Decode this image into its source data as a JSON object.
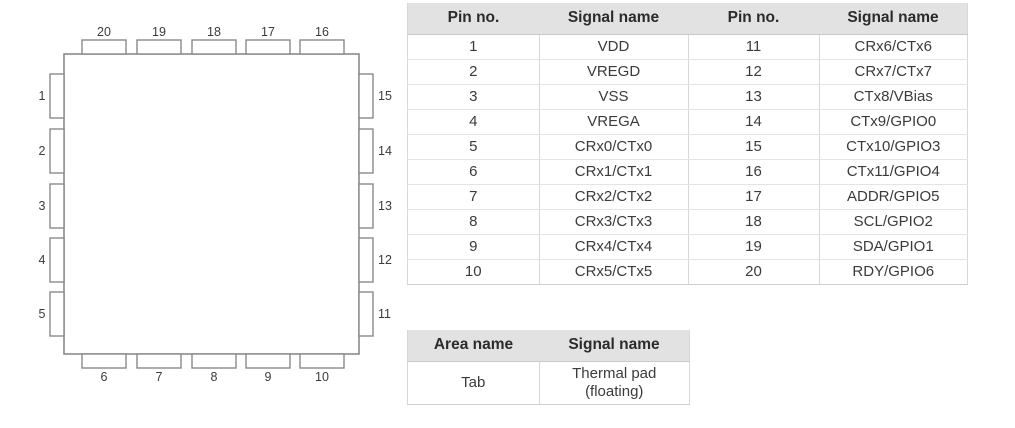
{
  "diagram": {
    "name": "20-pin package pinout diagram",
    "top_pins": [
      "20",
      "19",
      "18",
      "17",
      "16"
    ],
    "left_pins": [
      "1",
      "2",
      "3",
      "4",
      "5"
    ],
    "bottom_pins": [
      "6",
      "7",
      "8",
      "9",
      "10"
    ],
    "right_pins": [
      "15",
      "14",
      "13",
      "12",
      "11"
    ],
    "colors": {
      "outline": "#8a8a8a",
      "body_fill": "#ffffff",
      "label": "#3b3b3b"
    }
  },
  "pinout_table": {
    "headers": [
      "Pin no.",
      "Signal name",
      "Pin no.",
      "Signal name"
    ],
    "rows": [
      [
        "1",
        "VDD",
        "11",
        "CRx6/CTx6"
      ],
      [
        "2",
        "VREGD",
        "12",
        "CRx7/CTx7"
      ],
      [
        "3",
        "VSS",
        "13",
        "CTx8/VBias"
      ],
      [
        "4",
        "VREGA",
        "14",
        "CTx9/GPIO0"
      ],
      [
        "5",
        "CRx0/CTx0",
        "15",
        "CTx10/GPIO3"
      ],
      [
        "6",
        "CRx1/CTx1",
        "16",
        "CTx11/GPIO4"
      ],
      [
        "7",
        "CRx2/CTx2",
        "17",
        "ADDR/GPIO5"
      ],
      [
        "8",
        "CRx3/CTx3",
        "18",
        "SCL/GPIO2"
      ],
      [
        "9",
        "CRx4/CTx4",
        "19",
        "SDA/GPIO1"
      ],
      [
        "10",
        "CRx5/CTx5",
        "20",
        "RDY/GPIO6"
      ]
    ]
  },
  "area_table": {
    "headers": [
      "Area name",
      "Signal name"
    ],
    "rows": [
      [
        "Tab",
        "Thermal pad\n(floating)"
      ]
    ],
    "row0_signal_line1": "Thermal pad",
    "row0_signal_line2": "(floating)"
  },
  "colors": {
    "header_bg": "#e2e2e2",
    "row_divider": "#e4e4e4",
    "col_divider": "#d8d8d8",
    "text": "#3b3b3b",
    "header_text": "#2b2b2b"
  }
}
